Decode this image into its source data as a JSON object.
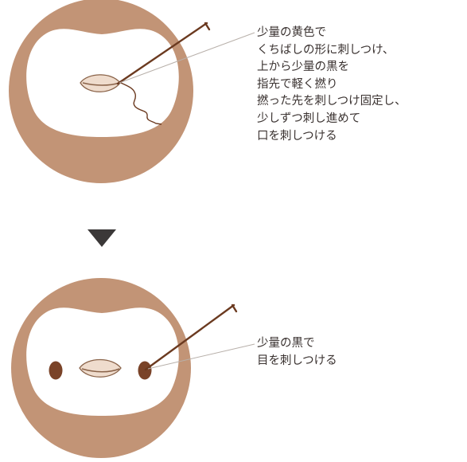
{
  "colors": {
    "face_outer": "#c29476",
    "face_inner": "#ffffff",
    "beak_fill": "#efdccd",
    "beak_stroke": "#8a6349",
    "needle": "#6b3a20",
    "eye": "#7a4328",
    "leader_line": "#b8b0aa",
    "arrow": "#3b3838"
  },
  "step1": {
    "lines": [
      "少量の黄色で",
      "くちばしの形に刺しつけ、",
      "上から少量の黒を",
      "指先で軽く撚り",
      "撚った先を刺しつけ固定し、",
      "少しずつ刺し進めて",
      "口を刺しつける"
    ]
  },
  "step2": {
    "lines": [
      "少量の黒で",
      "目を刺しつける"
    ]
  },
  "arrow": {
    "icon": "triangle-down-icon"
  }
}
